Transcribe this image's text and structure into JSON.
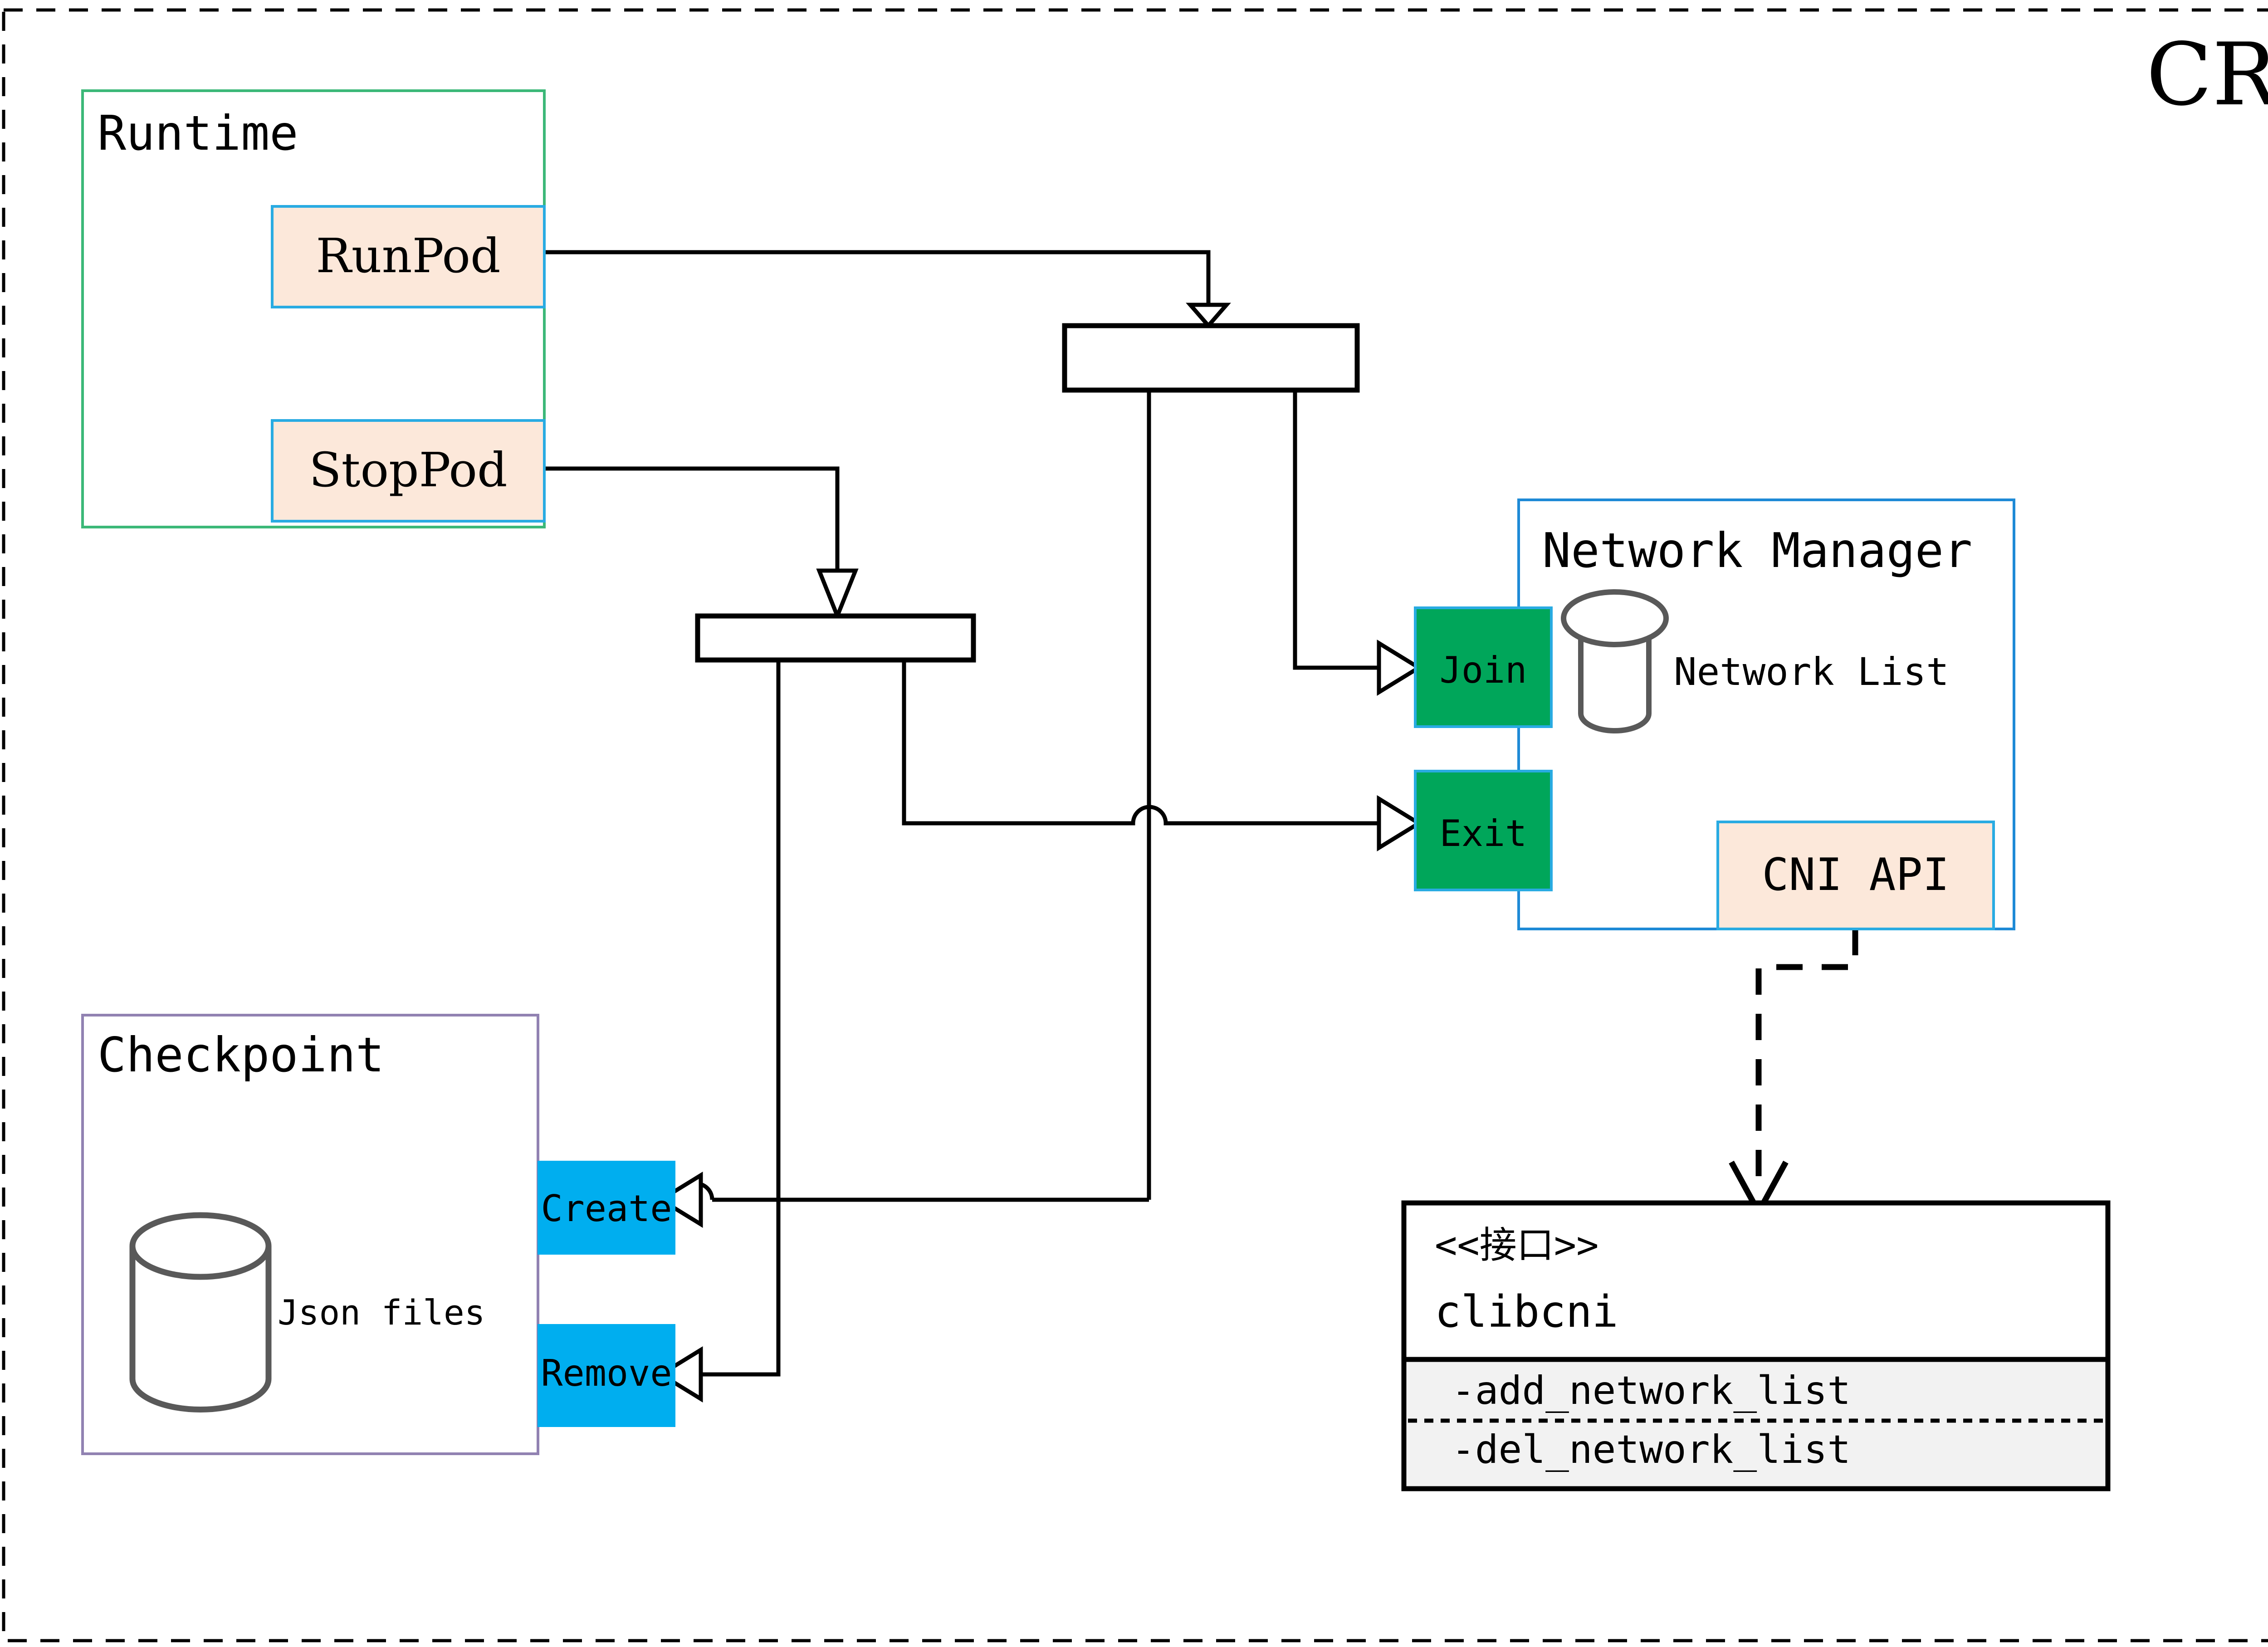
{
  "diagram": {
    "title": "CRI",
    "title_color": "#806000",
    "outer_border_style": "dashed"
  },
  "groups": {
    "runtime": {
      "label": "Runtime",
      "border_color": "#3cb878"
    },
    "checkpoint": {
      "label": "Checkpoint",
      "border_color": "#9182b2",
      "store_label": "Json files",
      "store_icon": "database-cylinder-icon"
    },
    "network_manager": {
      "label": "Network Manager",
      "border_color": "#1e8ad6",
      "store_label": "Network List",
      "store_icon": "database-cylinder-icon"
    }
  },
  "operations": {
    "runpod": {
      "label": "RunPod",
      "fill": "#fce8da",
      "border_color": "#29abe2"
    },
    "stoppod": {
      "label": "StopPod",
      "fill": "#fce8da",
      "border_color": "#29abe2"
    },
    "join": {
      "label": "Join",
      "fill": "#00a65a",
      "border_color": "#29abe2"
    },
    "exit": {
      "label": "Exit",
      "fill": "#00a65a",
      "border_color": "#29abe2"
    },
    "create": {
      "label": "Create",
      "fill": "#00aeef",
      "border_color": "#00aeef"
    },
    "remove": {
      "label": "Remove",
      "fill": "#00aeef",
      "border_color": "#00aeef"
    },
    "cni_api": {
      "label": "CNI API",
      "fill": "#fce8da",
      "border_color": "#29abe2"
    }
  },
  "interface": {
    "stereotype": "<<接口>>",
    "name": "clibcni",
    "methods": [
      "-add_network_list",
      "-del_network_list"
    ],
    "methods_fill": "#f2f2f2"
  },
  "fork_nodes": [
    {
      "name": "runpod-fork"
    },
    {
      "name": "stoppod-fork"
    }
  ]
}
